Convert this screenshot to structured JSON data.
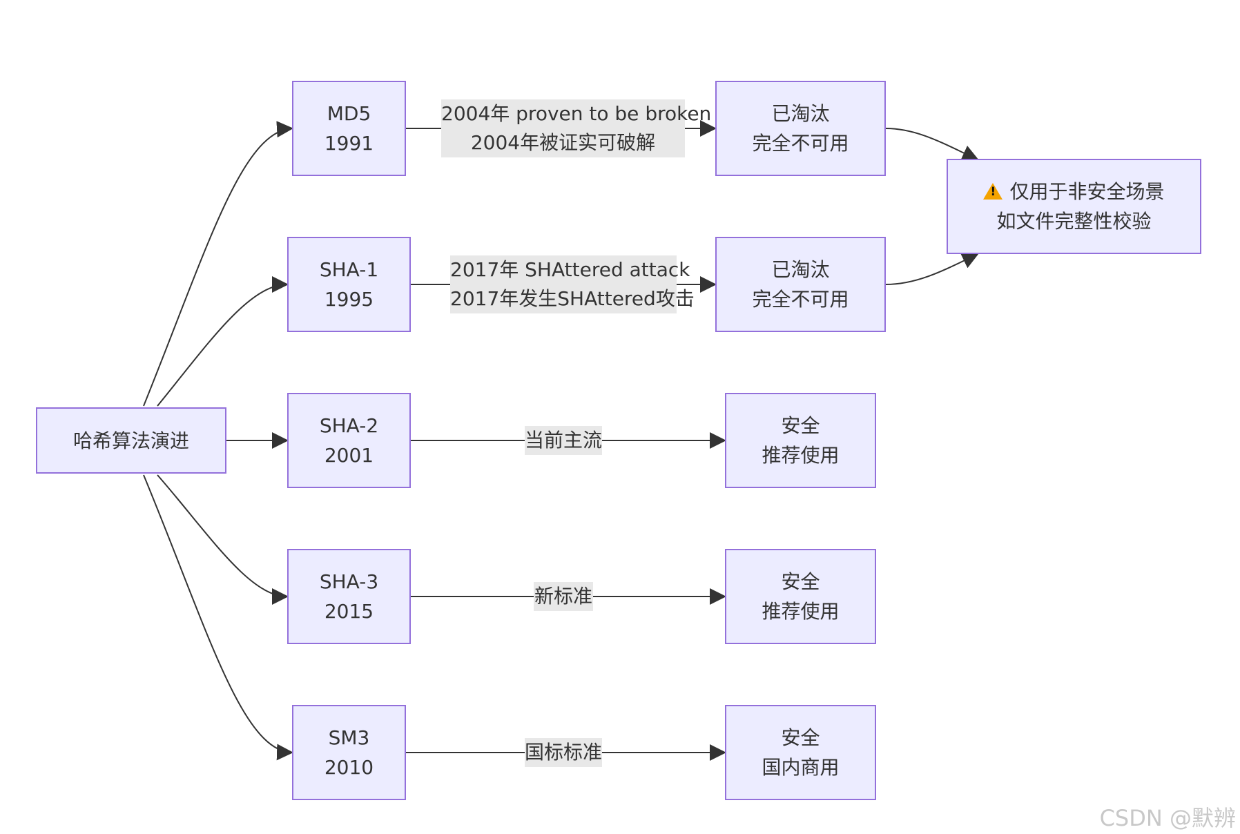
{
  "nodes": {
    "root": "哈希算法演进",
    "md5": [
      "MD5",
      "1991"
    ],
    "sha1": [
      "SHA-1",
      "1995"
    ],
    "sha2": [
      "SHA-2",
      "2001"
    ],
    "sha3": [
      "SHA-3",
      "2015"
    ],
    "sm3": [
      "SM3",
      "2010"
    ],
    "md5_status": [
      "已淘汰",
      "完全不可用"
    ],
    "sha1_status": [
      "已淘汰",
      "完全不可用"
    ],
    "sha2_status": [
      "安全",
      "推荐使用"
    ],
    "sha3_status": [
      "安全",
      "推荐使用"
    ],
    "sm3_status": [
      "安全",
      "国内商用"
    ],
    "note": [
      "仅用于非安全场景",
      "如文件完整性校验"
    ]
  },
  "note_icon": "warning-icon",
  "edge_labels": {
    "md5": [
      "2004年 proven to be broken",
      "2004年被证实可破解"
    ],
    "sha1": [
      "2017年 SHAttered attack",
      "2017年发生SHAttered攻击"
    ],
    "sha2": "当前主流",
    "sha3": "新标准",
    "sm3": "国标标准"
  },
  "watermark": "CSDN @默辨",
  "colors": {
    "node_fill": "#ECECFF",
    "node_border": "#9370DB",
    "edge": "#333333",
    "label_bg": "#E8E8E8",
    "warning": "#F4A300"
  }
}
